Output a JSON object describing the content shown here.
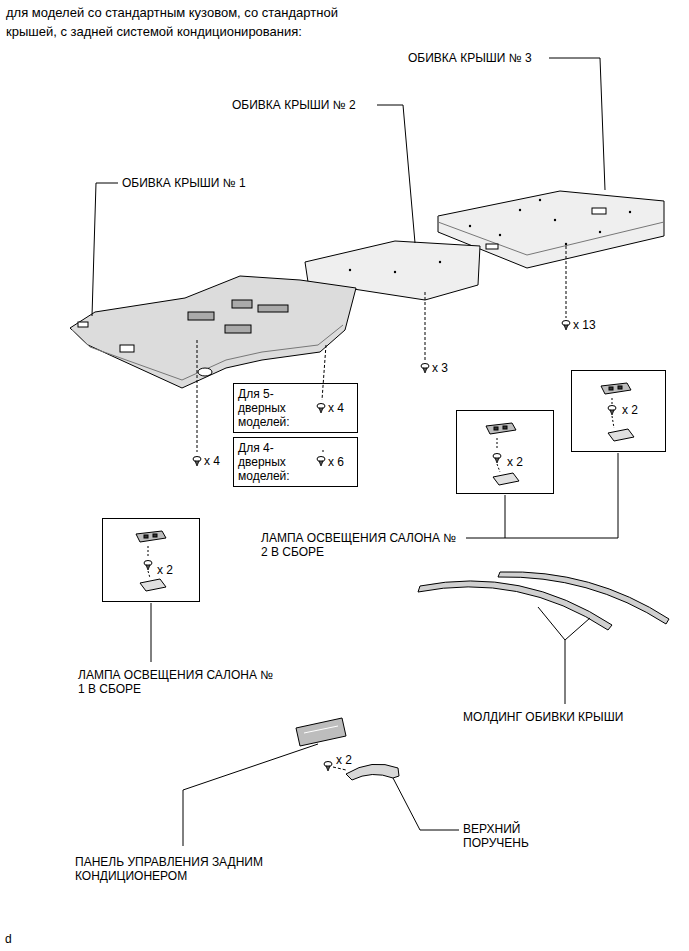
{
  "diagram": {
    "title": "для моделей со стандартным кузовом, со стандартной крышей, с задней системой кондиционирования:",
    "nodes": [
      {
        "text": [
          "Для 5-дверных моделей:",
          "x 4"
        ]
      },
      {
        "text": [
          "Для 4-дверных моделей:",
          "x 6"
        ]
      },
      {
        "text": [
          "x 2"
        ]
      },
      {
        "text": [
          "x 2"
        ]
      },
      {
        "text": [
          "x 2"
        ]
      }
    ],
    "labels": [
      "ОБИВКА КРЫШИ № 3",
      "ОБИВКА КРЫШИ № 2",
      "ОБИВКА КРЫШИ № 1",
      "x 13",
      "x 3",
      "x 4",
      "ЛАМПА ОСВЕЩЕНИЯ САЛОНА № 2 В СБОРЕ",
      "МОЛДИНГ ОБИВКИ КРЫШИ",
      "ЛАМПА ОСВЕЩЕНИЯ САЛОНА № 1 В СБОРЕ",
      "x 2",
      "ВЕРХНИЙ ПОРУЧЕНЬ",
      "ПАНЕЛЬ УПРАВЛЕНИЯ ЗАДНИМ КОНДИЦИОНЕРОМ",
      "d"
    ]
  }
}
